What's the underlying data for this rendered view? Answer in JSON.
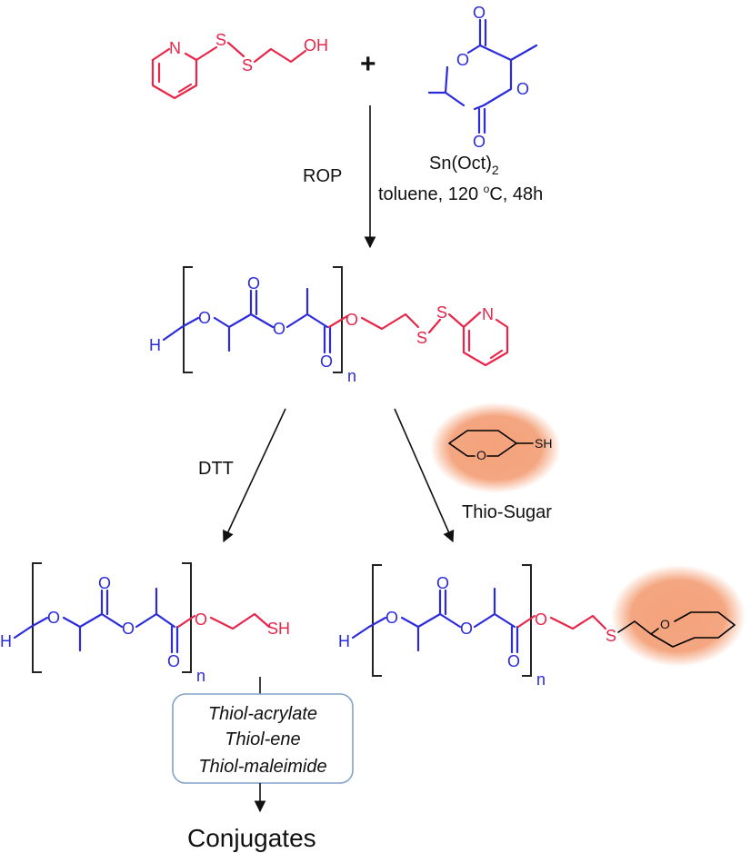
{
  "colors": {
    "initiator": "#e8264a",
    "lactide": "#2b2bdc",
    "sugar_highlight": "#f4a27a",
    "box_border": "#7fa3c8",
    "text": "#111111"
  },
  "reactants": {
    "initiator_atoms": {
      "N": "N",
      "S1": "S",
      "S2": "S",
      "OH": "OH"
    },
    "plus": "+",
    "lactide_atoms": {
      "O_top": "O",
      "O_ring1": "O",
      "O_ring2": "O",
      "O_bottom": "O"
    }
  },
  "step1": {
    "left_label": "ROP",
    "catalyst_main": "Sn(Oct)",
    "catalyst_sub": "2",
    "conditions_pre": "toluene,  120 ",
    "conditions_sup": "o",
    "conditions_post": "C, 48h"
  },
  "polymer": {
    "H": "H",
    "O": "O",
    "S": "S",
    "N": "N",
    "SH": "SH",
    "n": "n"
  },
  "step2": {
    "left_label": "DTT",
    "thio_sugar_label": "Thio-Sugar",
    "sugar_O": "O",
    "sugar_SH": "SH"
  },
  "conjugation_box": {
    "line1": "Thiol-acrylate",
    "line2": "Thiol-ene",
    "line3": "Thiol-maleimide"
  },
  "final_label": "Conjugates"
}
